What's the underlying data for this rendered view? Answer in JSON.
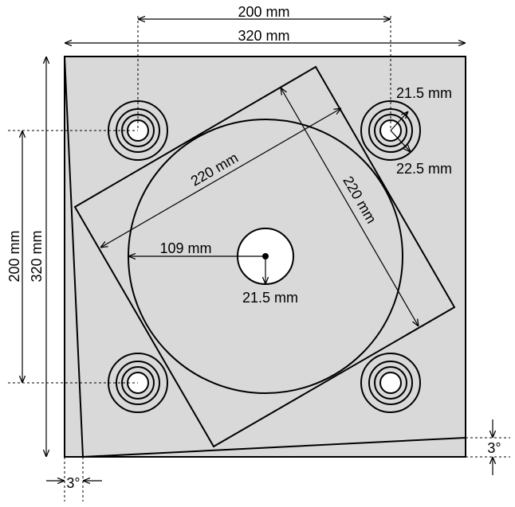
{
  "dimensions": {
    "top_hole_spacing": "200 mm",
    "top_plate_width": "320 mm",
    "left_hole_spacing": "200 mm",
    "left_plate_height": "320 mm",
    "hole_radius_inner": "21.5 mm",
    "hole_radius_outer": "22.5 mm",
    "square_width": "220 mm",
    "square_height": "220 mm",
    "disc_radius": "109 mm",
    "center_hole_radius": "21.5 mm",
    "bottom_angle": "3°",
    "right_angle": "3°"
  },
  "colors": {
    "plate_fill": "#d9d9d9",
    "hole_fill": "#ffffff",
    "line": "#000000"
  }
}
